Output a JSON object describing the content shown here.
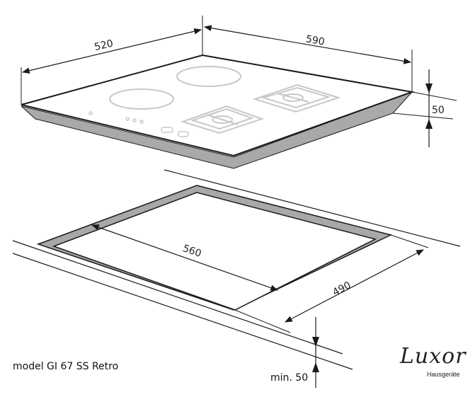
{
  "dimensions": {
    "width_depth": "520",
    "width_length": "590",
    "thickness": "50",
    "cutout_length": "560",
    "cutout_depth": "490",
    "min_clearance": "min. 50"
  },
  "model_label": "model GI 67 SS Retro",
  "brand": {
    "name": "Luxor",
    "subtitle": "Hausgeräte"
  },
  "colors": {
    "line": "#1a1a1a",
    "frame_gray": "#a8a8a8",
    "side_gray": "#9a9a9a",
    "hob_detail": "#c8c8c8"
  }
}
